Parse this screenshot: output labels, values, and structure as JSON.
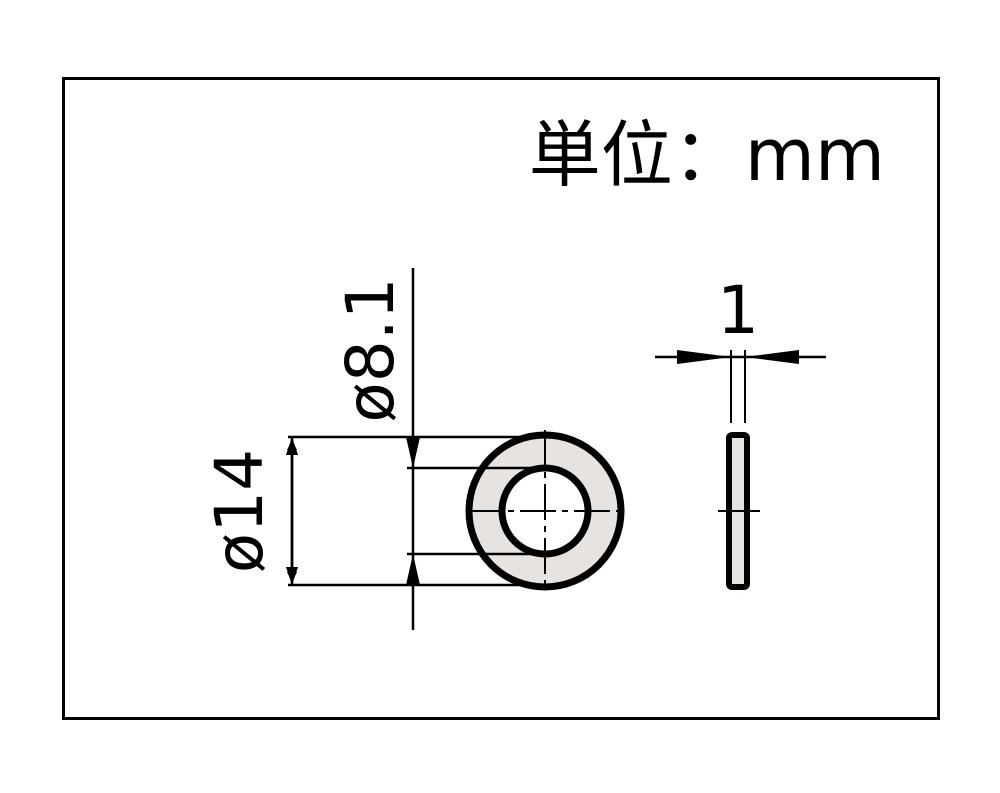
{
  "drawing": {
    "unit_label": "単位：mm",
    "dimensions": {
      "outer_diameter": "ø14",
      "inner_diameter": "ø8.1",
      "thickness": "1"
    },
    "colors": {
      "line": "#000000",
      "fill": "#e6e3e1",
      "background": "#ffffff"
    }
  }
}
